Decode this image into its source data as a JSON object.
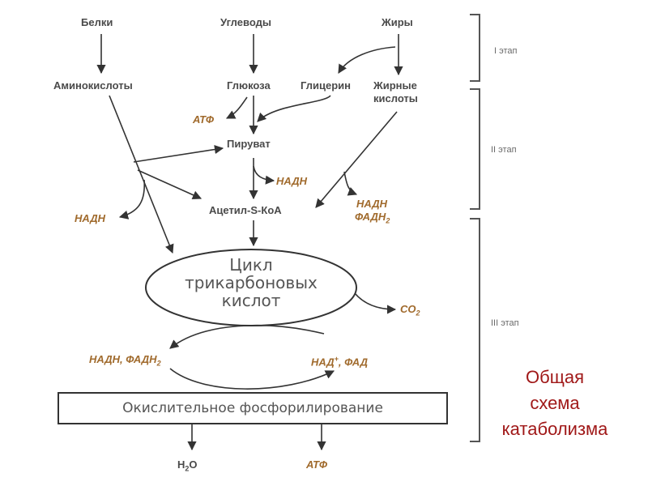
{
  "sources": {
    "proteins": "Белки",
    "carbohydrates": "Углеводы",
    "fats": "Жиры"
  },
  "intermediates": {
    "amino_acids": "Аминокислоты",
    "glucose": "Глюкоза",
    "glycerol": "Глицерин",
    "fatty_acids_line1": "Жирные",
    "fatty_acids_line2": "кислоты",
    "pyruvate": "Пируват",
    "acetyl_coa": "Ацетил-S-КоА"
  },
  "products": {
    "atp_top": "АТФ",
    "nadh_pyruvate": "НАДН",
    "nadh_left": "НАДН",
    "nadh_fatty": "НАДН",
    "fadh_fatty": "ФАДН",
    "fadh_fatty_sub": "2",
    "co2": "CO",
    "co2_sub": "2",
    "nadh_fadh": "НАДН, ФАДН",
    "nadh_fadh_sub": "2",
    "nad": "НАД",
    "nad_sup": "+",
    "nad_tail": ", ФАД",
    "water": "H",
    "water_sub": "2",
    "water_tail": "O",
    "atp_bottom": "АТФ"
  },
  "cycle": {
    "line1": "Цикл",
    "line2": "трикарбоновых",
    "line3": "кислот"
  },
  "oxphos": "Окислительное фосфорилирование",
  "stages": {
    "stage1": "I этап",
    "stage2": "II этап",
    "stage3": "III этап"
  },
  "caption": {
    "line1": "Общая",
    "line2": "схема",
    "line3": "катаболизма"
  },
  "colors": {
    "text": "#4a4a4a",
    "product": "#a06a2c",
    "caption": "#a01818",
    "arrow": "#333333"
  }
}
